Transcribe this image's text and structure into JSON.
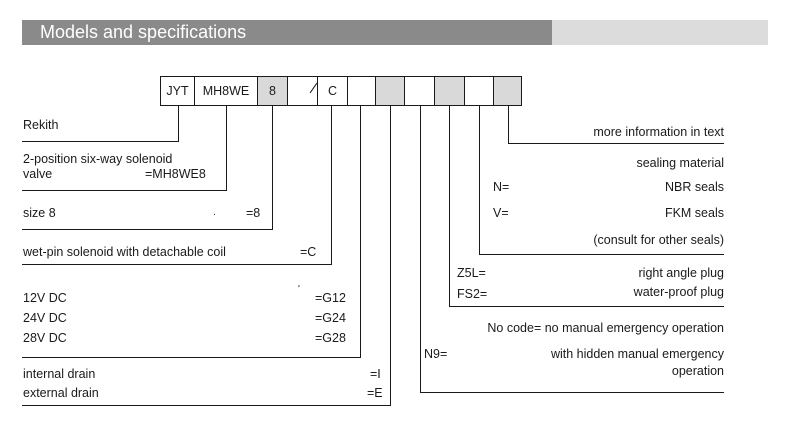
{
  "header": {
    "title": "Models and specifications"
  },
  "code_cells": [
    {
      "label": "JYT"
    },
    {
      "label": "MH8WE"
    },
    {
      "label": "8"
    },
    {
      "label": ""
    },
    {
      "label": "C"
    },
    {
      "label": ""
    },
    {
      "label": ""
    },
    {
      "label": ""
    },
    {
      "label": ""
    },
    {
      "label": ""
    },
    {
      "label": ""
    }
  ],
  "left": {
    "brand": "Rekith",
    "valve_line1": "2-position six-way solenoid",
    "valve_line2": "valve",
    "valve_code": "=MH8WE8",
    "size": "size 8",
    "size_code": "=8",
    "solenoid": "wet-pin solenoid with detachable coil",
    "solenoid_code": "=C",
    "voltages": [
      {
        "label": "12V DC",
        "code": "=G12"
      },
      {
        "label": "24V DC",
        "code": "=G24"
      },
      {
        "label": "28V DC",
        "code": "=G28"
      }
    ],
    "drains": [
      {
        "label": "internal drain",
        "code": "=I"
      },
      {
        "label": "external drain",
        "code": "=E"
      }
    ]
  },
  "right": {
    "more_info": "more information in text",
    "sealing_title": "sealing material",
    "seals": [
      {
        "code": "N=",
        "label": "NBR seals"
      },
      {
        "code": "V=",
        "label": "FKM seals"
      }
    ],
    "seals_note": "(consult for other seals)",
    "plugs": [
      {
        "code": "Z5L=",
        "label": "right angle plug"
      },
      {
        "code": "FS2=",
        "label": "water-proof plug"
      }
    ],
    "manual_none": "No code= no manual emergency operation",
    "manual_hidden_code": "N9=",
    "manual_hidden_line1": "with hidden manual emergency",
    "manual_hidden_line2": "operation"
  },
  "colors": {
    "header_dark": "#8a8a8a",
    "header_light": "#dcdcdc",
    "cell_grey": "#d9d9d9",
    "line": "#1a1a1a"
  }
}
